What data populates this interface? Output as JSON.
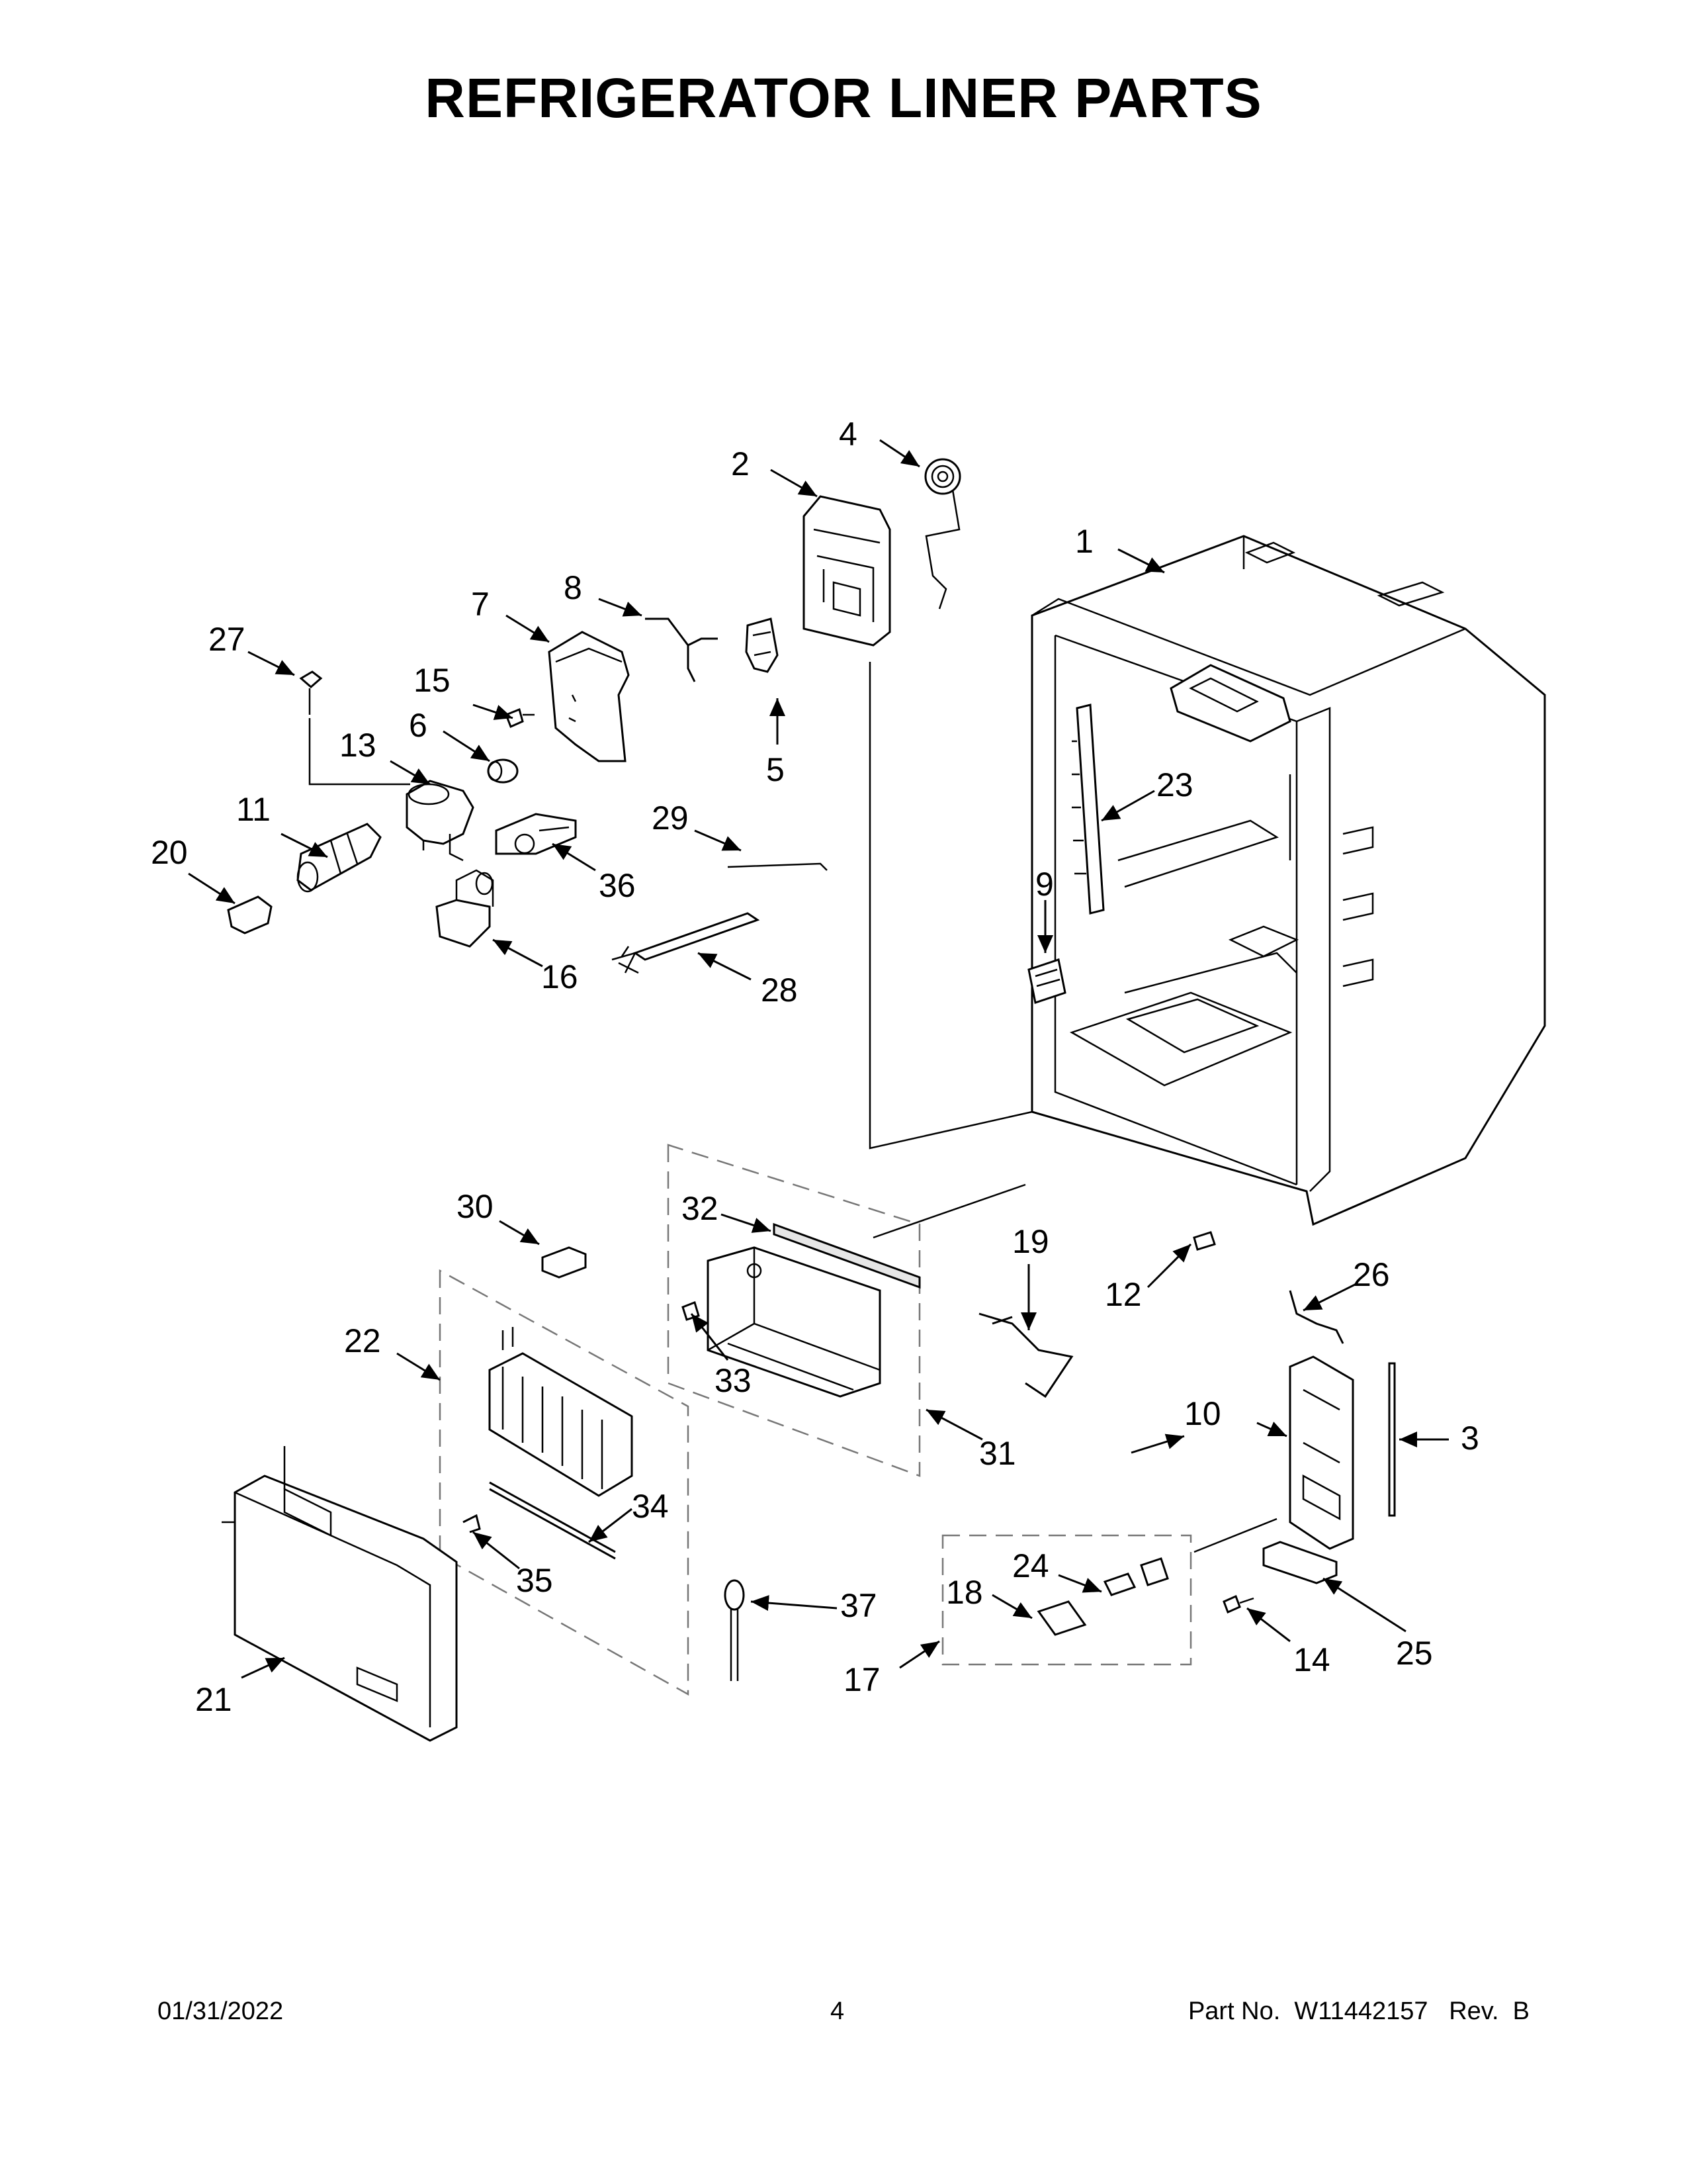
{
  "title": "REFRIGERATOR LINER PARTS",
  "footer": {
    "date": "01/31/2022",
    "page": "4",
    "part_no": "Part No.  W11442157   Rev.  B"
  },
  "callouts": {
    "c1": "1",
    "c2": "2",
    "c3": "3",
    "c4": "4",
    "c5": "5",
    "c6": "6",
    "c7": "7",
    "c8": "8",
    "c9": "9",
    "c10": "10",
    "c11": "11",
    "c12": "12",
    "c13": "13",
    "c14": "14",
    "c15": "15",
    "c16": "16",
    "c17": "17",
    "c18": "18",
    "c19": "19",
    "c20": "20",
    "c21": "21",
    "c22": "22",
    "c23": "23",
    "c24": "24",
    "c25": "25",
    "c26": "26",
    "c27": "27",
    "c28": "28",
    "c29": "29",
    "c30": "30",
    "c31": "31",
    "c32": "32",
    "c33": "33",
    "c34": "34",
    "c35": "35",
    "c36": "36",
    "c37": "37"
  }
}
